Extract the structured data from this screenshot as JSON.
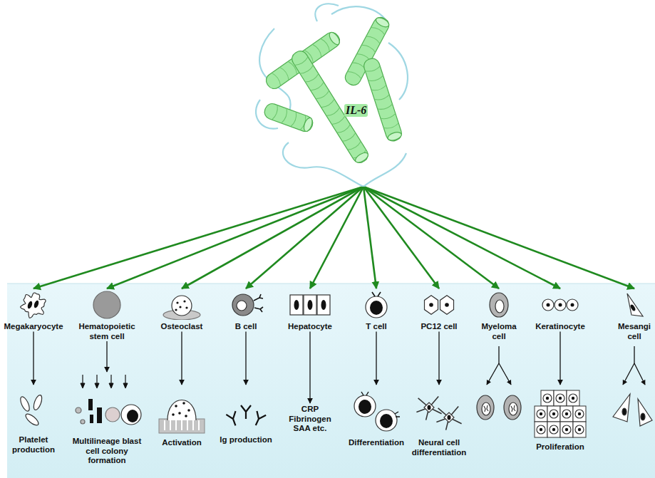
{
  "diagram": {
    "nodes": [
      {
        "text": [
          "IL-6"
        ]
      },
      {
        "text": [
          "Megakaryocyte"
        ]
      },
      {
        "text": [
          "Hematopoietic stem cell"
        ]
      },
      {
        "text": [
          "Osteoclast"
        ]
      },
      {
        "text": [
          "B cell"
        ]
      },
      {
        "text": [
          "Hepatocyte"
        ]
      },
      {
        "text": [
          "T cell"
        ]
      },
      {
        "text": [
          "PC12 cell"
        ]
      },
      {
        "text": [
          "Myeloma cell"
        ]
      },
      {
        "text": [
          "Keratinocyte"
        ]
      },
      {
        "text": [
          "Mesangi cell"
        ]
      },
      {
        "text": [
          "Platelet production"
        ]
      },
      {
        "text": [
          "Multilineage blast cell colony formation"
        ]
      },
      {
        "text": [
          "Activation"
        ]
      },
      {
        "text": [
          "Ig production"
        ]
      },
      {
        "text": [
          "CRP Fibrinogen SAA etc."
        ]
      },
      {
        "text": [
          "Differentiation"
        ]
      },
      {
        "text": [
          "Neural cell differentiation"
        ]
      },
      {
        "text": [
          "Proliferation"
        ]
      }
    ],
    "edges": [
      {
        "from": 0,
        "to": 1,
        "arrow": "to"
      },
      {
        "from": 0,
        "to": 2,
        "arrow": "to"
      },
      {
        "from": 0,
        "to": 3,
        "arrow": "to"
      },
      {
        "from": 0,
        "to": 4,
        "arrow": "to"
      },
      {
        "from": 0,
        "to": 5,
        "arrow": "to"
      },
      {
        "from": 0,
        "to": 6,
        "arrow": "to"
      },
      {
        "from": 0,
        "to": 7,
        "arrow": "to"
      },
      {
        "from": 0,
        "to": 8,
        "arrow": "to"
      },
      {
        "from": 0,
        "to": 9,
        "arrow": "to"
      },
      {
        "from": 0,
        "to": 10,
        "arrow": "to"
      },
      {
        "from": 1,
        "to": 11,
        "arrow": "to"
      },
      {
        "from": 2,
        "to": 12,
        "arrow": "to"
      },
      {
        "from": 3,
        "to": 13,
        "arrow": "to"
      },
      {
        "from": 4,
        "to": 14,
        "arrow": "to"
      },
      {
        "from": 5,
        "to": 15,
        "arrow": "to"
      },
      {
        "from": 6,
        "to": 16,
        "arrow": "to"
      },
      {
        "from": 7,
        "to": 17,
        "arrow": "to"
      },
      {
        "from": 9,
        "to": 18,
        "arrow": "to"
      }
    ]
  }
}
